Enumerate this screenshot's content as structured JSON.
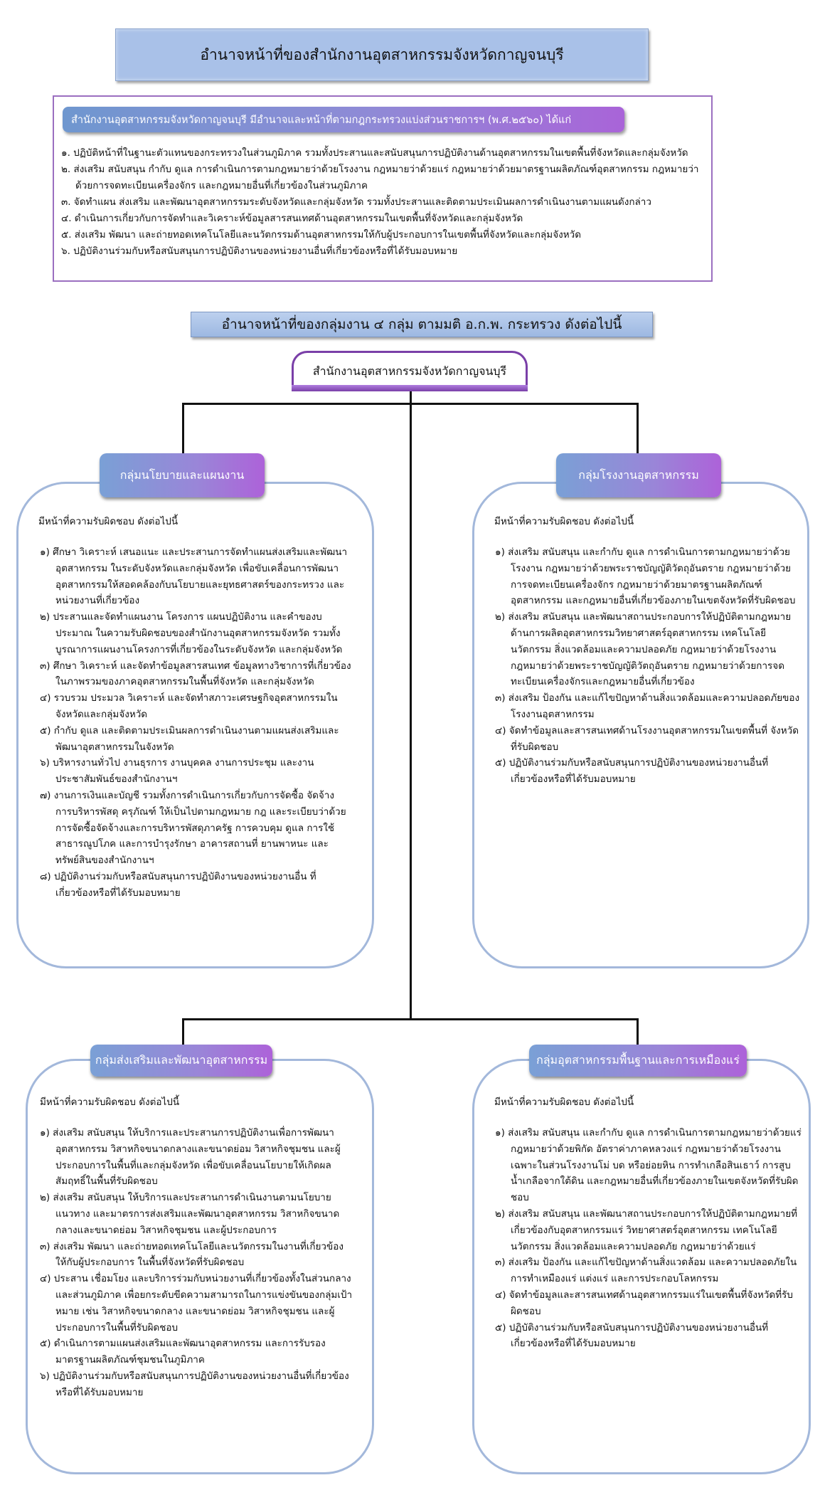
{
  "title": "อำนาจหน้าที่ของสำนักงานอุตสาหกรรมจังหวัดกาญจนบุรี",
  "office_duties": {
    "heading": "สำนักงานอุตสาหกรรมจังหวัดกาญจนบุรี  มีอำนาจและหน้าที่ตามกฎกระทรวงแบ่งส่วนราชการฯ  (พ.ศ.๒๕๖๐) ได้แก่",
    "items": [
      "๑. ปฏิบัติหน้าที่ในฐานะตัวแทนของกระทรวงในส่วนภูมิภาค  รวมทั้งประสานและสนับสนุนการปฏิบัติงานด้านอุตสาหกรรมในเขตพื้นที่จังหวัดและกลุ่มจังหวัด",
      "๒. ส่งเสริม สนับสนุน กำกับ ดูแล การดำเนินการตามกฎหมายว่าด้วยโรงงาน  กฎหมายว่าด้วยแร่ กฎหมายว่าด้วยมาตรฐานผลิตภัณฑ์อุตสาหกรรม กฎหมายว่าด้วยการจดทะเบียนเครื่องจักร  และกฎหมายอื่นที่เกี่ยวข้องในส่วนภูมิภาค",
      "๓. จัดทำแผน ส่งเสริม และพัฒนาอุตสาหกรรมระดับจังหวัดและกลุ่มจังหวัด  รวมทั้งประสานและติดตามประเมินผลการดำเนินงานตามแผนดังกล่าว",
      "๔. ดำเนินการเกี่ยวกับการจัดทำและวิเคราะห์ข้อมูลสารสนเทศด้านอุตสาหกรรมในเขตพื้นที่จังหวัดและกลุ่มจังหวัด",
      "๕. ส่งเสริม พัฒนา และถ่ายทอดเทคโนโลยีและนวัตกรรมด้านอุตสาหกรรมให้กับผู้ประกอบการในเขตพื้นที่จังหวัดและกลุ่มจังหวัด",
      "๖. ปฏิบัติงานร่วมกับหรือสนับสนุนการปฏิบัติงานของหน่วยงานอื่นที่เกี่ยวข้องหรือที่ได้รับมอบหมาย"
    ]
  },
  "groups_banner": "อำนาจหน้าที่ของกลุ่มงาน  ๔ กลุ่ม ตามมติ อ.ก.พ. กระทรวง ดังต่อไปนี้",
  "root_node": "สำนักงานอุตสาหกรรมจังหวัดกาญจนบุรี",
  "groups": [
    {
      "name": "กลุ่มนโยบายและแผนงาน",
      "intro": "มีหน้าที่ความรับผิดชอบ ดังต่อไปนี้",
      "items": [
        "๑) ศึกษา วิเคราะห์ เสนอแนะ  และประสานการจัดทำแผนส่งเสริมและพัฒนาอุตสาหกรรม ในระดับจังหวัดและกลุ่มจังหวัด เพื่อขับเคลื่อนการพัฒนาอุตสาหกรรมให้สอดคล้องกับนโยบายและยุทธศาสตร์ของกระทรวง และหน่วยงานที่เกี่ยวข้อง",
        "๒) ประสานและจัดทำแผนงาน  โครงการ  แผนปฏิบัติงาน  และคำของบประมาณ ในความรับผิดชอบของสำนักงานอุตสาหกรรมจังหวัด รวมทั้งบูรณาการแผนงานโครงการที่เกี่ยวข้องในระดับจังหวัด และกลุ่มจังหวัด",
        "๓) ศึกษา วิเคราะห์ และจัดทำข้อมูลสารสนเทศ  ข้อมูลทางวิชาการที่เกี่ยวข้องในภาพรวมของภาคอุตสาหกรรมในพื้นที่จังหวัด  และกลุ่มจังหวัด",
        "๔) รวบรวม ประมวล วิเคราะห์ และจัดทำสภาวะเศรษฐกิจอุตสาหกรรมในจังหวัดและกลุ่มจังหวัด",
        "๕) กำกับ ดูแล และติดตามประเมินผลการดำเนินงานตามแผนส่งเสริมและพัฒนาอุตสาหกรรมในจังหวัด",
        "๖) บริหารงานทั่วไป  งานธุรการ  งานบุคคล  งานการประชุม  และงานประชาสัมพันธ์ของสำนักงานฯ",
        "๗) งานการเงินและบัญชี รวมทั้งการดำเนินการเกี่ยวกับการจัดซื้อ จัดจ้าง การบริหารพัสดุ ครุภัณฑ์ ให้เป็นไปตามกฎหมาย กฎ และระเบียบว่าด้วยการจัดซื้อจัดจ้างและการบริหารพัสดุภาครัฐ  การควบคุม ดูแล การใช้สาธารณูปโภค และการบำรุงรักษา อาคารสถานที่ ยานพาหนะ และทรัพย์สินของสำนักงานฯ",
        "๘) ปฏิบัติงานร่วมกับหรือสนับสนุนการปฏิบัติงานของหน่วยงานอื่น ที่เกี่ยวข้องหรือที่ได้รับมอบหมาย"
      ]
    },
    {
      "name": "กลุ่มโรงงานอุตสาหกรรม",
      "intro": "มีหน้าที่ความรับผิดชอบ  ดังต่อไปนี้",
      "items": [
        "๑) ส่งเสริม  สนับสนุน  และกำกับ  ดูแล การดำเนินการตามกฎหมายว่าด้วยโรงงาน  กฎหมายว่าด้วยพระราชบัญญัติวัตถุอันตราย กฎหมายว่าด้วยการจดทะเบียนเครื่องจักร  กฎหมายว่าด้วยมาตรฐานผลิตภัณฑ์อุตสาหกรรม  และกฎหมายอื่นที่เกี่ยวข้องภายในเขตจังหวัดที่รับผิดชอบ",
        "๒) ส่งเสริม สนับสนุน และพัฒนาสถานประกอบการให้ปฏิบัติตามกฎหมายด้านการผลิตอุตสาหกรรมวิทยาศาสตร์อุตสาหกรรม เทคโนโลยีนวัตกรรม  สิ่งแวดล้อมและความปลอดภัย กฎหมายว่าด้วยโรงงานกฎหมายว่าด้วยพระราชบัญญัติวัตถุอันตราย  กฎหมายว่าด้วยการจดทะเบียนเครื่องจักรและกฎหมายอื่นที่เกี่ยวข้อง",
        "๓) ส่งเสริม ป้องกัน และแก้ไขปัญหาด้านสิ่งแวดล้อมและความปลอดภัยของโรงงานอุตสาหกรรม",
        "๔) จัดทำข้อมูลและสารสนเทศด้านโรงงานอุตสาหกรรมในเขตพื้นที่ จังหวัดที่รับผิดชอบ",
        "๕) ปฏิบัติงานร่วมกับหรือสนับสนุนการปฏิบัติงานของหน่วยงานอื่นที่เกี่ยวข้องหรือที่ได้รับมอบหมาย"
      ]
    },
    {
      "name": "กลุ่มส่งเสริมและพัฒนาอุตสาหกรรม",
      "intro": "มีหน้าที่ความรับผิดชอบ ดังต่อไปนี้",
      "items": [
        "๑) ส่งเสริม  สนับสนุน  ให้บริการและประสานการปฏิบัติงานเพื่อการพัฒนาอุตสาหกรรม  วิสาหกิจขนาดกลางและขนาดย่อม วิสาหกิจชุมชน และผู้ประกอบการในพื้นที่และกลุ่มจังหวัด เพื่อขับเคลื่อนนโยบายให้เกิดผลสัมฤทธิ์ในพื้นที่รับผิดชอบ",
        "๒) ส่งเสริม สนับสนุน ให้บริการและประสานการดำเนินงานตามนโยบาย แนวทาง  และมาตรการส่งเสริมและพัฒนาอุตสาหกรรม  วิสาหกิจขนาดกลางและขนาดย่อม  วิสาหกิจชุมชน และผู้ประกอบการ",
        "๓) ส่งเสริม  พัฒนา  และถ่ายทอดเทคโนโลยีและนวัตกรรมในงานที่เกี่ยวข้องให้กับผู้ประกอบการ ในพื้นที่จังหวัดที่รับผิดชอบ",
        "๔) ประสาน เชื่อมโยง  และบริการร่วมกับหน่วยงานที่เกี่ยวข้องทั้งในส่วนกลาง และส่วนภูมิภาค เพื่อยกระดับขีดความสามารถในการแข่งขันของกลุ่มเป้าหมาย เช่น วิสาหกิจขนาดกลาง และขนาดย่อม วิสาหกิจชุมชน และผู้ประกอบการในพื้นที่รับผิดชอบ",
        "๕) ดำเนินการตามแผนส่งเสริมและพัฒนาอุตสาหกรรม และการรับรองมาตรฐานผลิตภัณฑ์ชุมชนในภูมิภาค",
        "๖) ปฏิบัติงานร่วมกับหรือสนับสนุนการปฏิบัติงานของหน่วยงานอื่นที่เกี่ยวข้องหรือที่ได้รับมอบหมาย"
      ]
    },
    {
      "name": "กลุ่มอุตสาหกรรมพื้นฐานและการเหมืองแร่",
      "intro": "มีหน้าที่ความรับผิดชอบ ดังต่อไปนี้",
      "items": [
        "๑) ส่งเสริม สนับสนุน และกำกับ ดูแล การดำเนินการตามกฎหมายว่าด้วยแร่ กฎหมายว่าด้วยพิกัด อัตราค่าภาคหลวงแร่ กฎหมายว่าด้วยโรงงานเฉพาะในส่วนโรงงานโม่  บด หรือย่อยหิน การทำเกลือสินเธาว์ การสูบน้ำเกลือจากใต้ดิน และกฎหมายอื่นที่เกี่ยวข้องภายในเขตจังหวัดที่รับผิดชอบ",
        "๒) ส่งเสริม สนับสนุน และพัฒนาสถานประกอบการให้ปฏิบัติตามกฎหมายที่เกี่ยวข้องกับอุตสาหกรรมแร่  วิทยาศาสตร์อุตสาหกรรม เทคโนโลยี นวัตกรรม สิ่งแวดล้อมและความปลอดภัย กฎหมายว่าด้วยแร่",
        "๓) ส่งเสริม ป้องกัน และแก้ไขปัญหาด้านสิ่งแวดล้อม และความปลอดภัยในการทำเหมืองแร่ แต่งแร่ และการประกอบโลหกรรม",
        "๔) จัดทำข้อมูลและสารสนเทศด้านอุตสาหกรรมแร่ในเขตพื้นที่จังหวัดที่รับผิดชอบ",
        "๕) ปฏิบัติงานร่วมกับหรือสนับสนุนการปฏิบัติงานของหน่วยงานอื่นที่เกี่ยวข้องหรือที่ได้รับมอบหมาย"
      ]
    }
  ]
}
